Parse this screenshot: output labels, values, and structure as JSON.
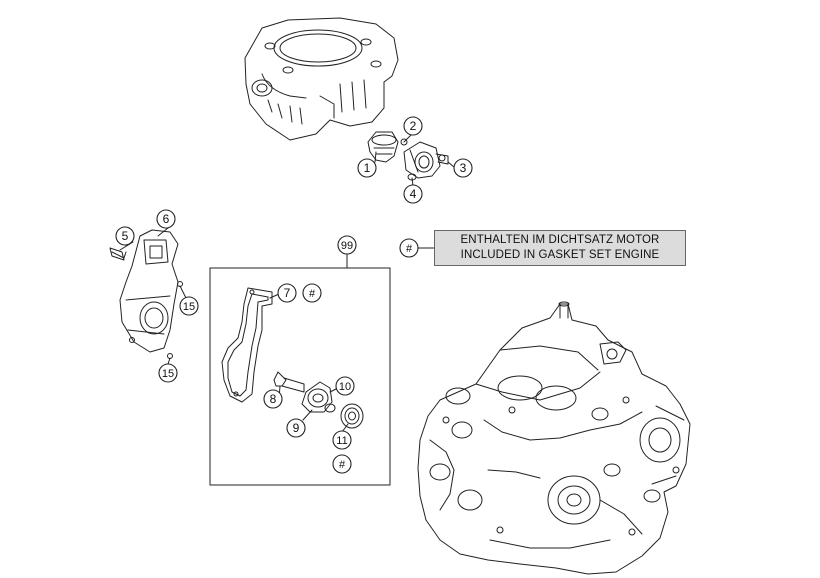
{
  "diagram": {
    "callouts": [
      "1",
      "2",
      "3",
      "4",
      "5",
      "6",
      "7",
      "#",
      "8",
      "9",
      "10",
      "11",
      "#",
      "15",
      "15",
      "99",
      "#"
    ],
    "legend": {
      "symbol": "#",
      "line1": "ENTHALTEN IM DICHTSATZ MOTOR",
      "line2": "INCLUDED IN GASKET SET ENGINE"
    }
  }
}
